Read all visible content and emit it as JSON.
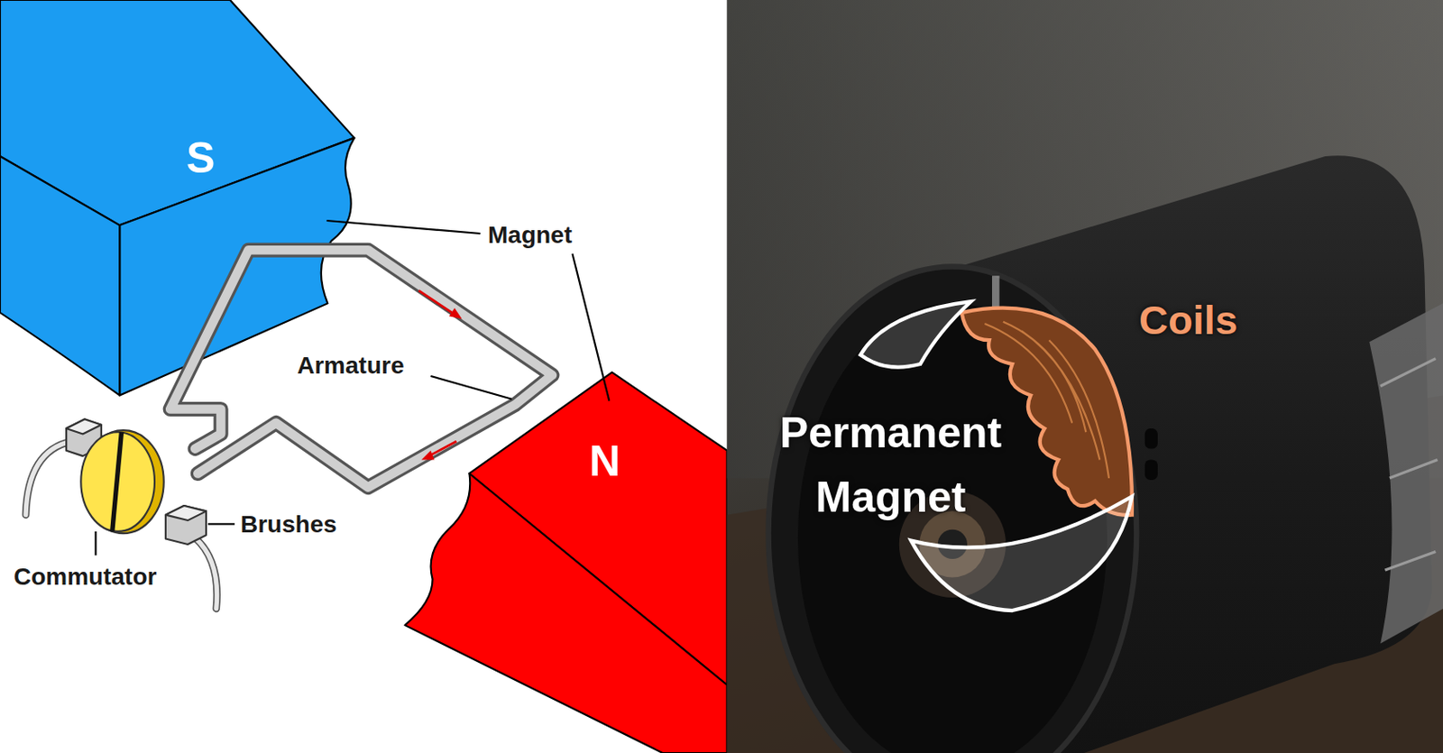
{
  "diagram": {
    "nodes": [
      {
        "text": [
          "S"
        ]
      },
      {
        "text": [
          "N"
        ]
      }
    ],
    "labels": [
      "Magnet",
      "Armature",
      "Brushes",
      "Commutator",
      "Permanent Magnet",
      "Coils"
    ]
  }
}
